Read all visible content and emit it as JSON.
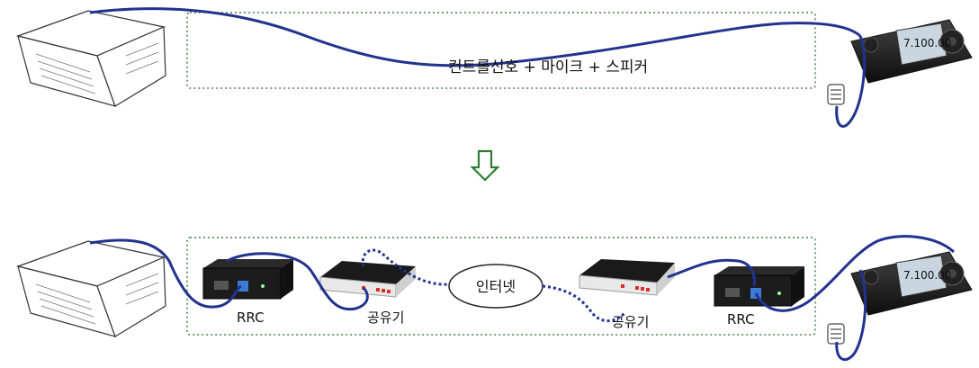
{
  "top": {
    "signal_label": "컨트롤신호 + 마이크 + 스피커",
    "radio_display": "7.100.00"
  },
  "bottom": {
    "left_rrc_label": "RRC",
    "left_router_label": "공유기",
    "internet_label": "인터넷",
    "right_router_label": "공유기",
    "right_rrc_label": "RRC",
    "radio_display": "7.100.00"
  },
  "arrow": {
    "direction": "down",
    "color": "#2e7d32"
  },
  "colors": {
    "cable": "#22338f",
    "box_border": "#4a7d4a",
    "device_dark": "#1c1c1c",
    "port_red": "#d9302c"
  }
}
